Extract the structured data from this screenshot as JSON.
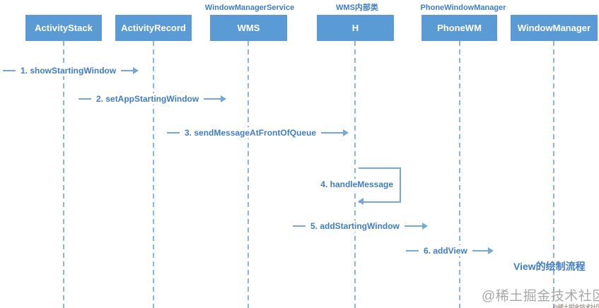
{
  "actors": [
    {
      "stereotype": "",
      "name": "ActivityStack"
    },
    {
      "stereotype": "",
      "name": "ActivityRecord"
    },
    {
      "stereotype": "WindowManagerService",
      "name": "WMS"
    },
    {
      "stereotype": "WMS内部类",
      "name": "H"
    },
    {
      "stereotype": "PhoneWindowManager",
      "name": "PhoneWM"
    },
    {
      "stereotype": "",
      "name": "WindowManager"
    }
  ],
  "messages": [
    {
      "label": "1. showStartingWindow",
      "from": "ActivityStack",
      "to": "ActivityRecord"
    },
    {
      "label": "2. setAppStartingWindow",
      "from": "ActivityRecord",
      "to": "WMS"
    },
    {
      "label": "3. sendMessageAtFrontOfQueue",
      "from": "WMS",
      "to": "H"
    },
    {
      "label": "4. handleMessage",
      "from": "H",
      "to": "H",
      "self": true
    },
    {
      "label": "5. addStartingWindow",
      "from": "H",
      "to": "PhoneWM"
    },
    {
      "label": "6. addView",
      "from": "PhoneWM",
      "to": "WindowManager"
    }
  ],
  "annotation": {
    "text": "View的绘制流程"
  },
  "watermark": {
    "text": "@稀土掘金技术社区",
    "cutoff_text": "@稀土掘金技术社区"
  },
  "colors": {
    "actor_box_fill": "#5b9bd5",
    "actor_box_text": "#ffffff",
    "accent_text": "#3f7dc8",
    "message_line": "#74a7dc",
    "lifeline": "#8ab5e2",
    "watermark": "#a8a8a8"
  }
}
